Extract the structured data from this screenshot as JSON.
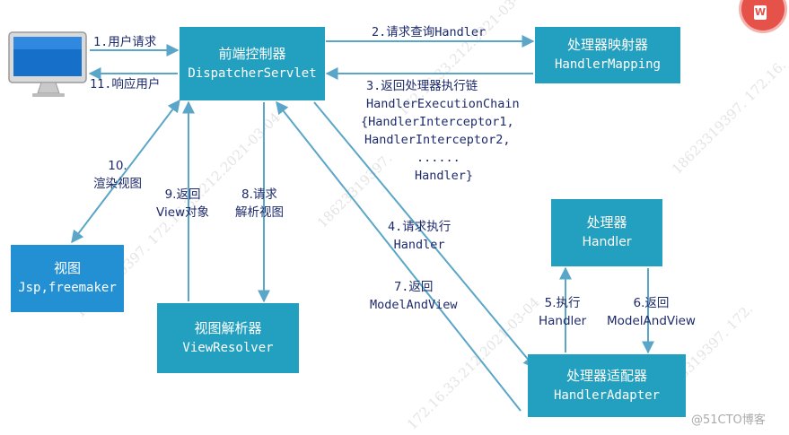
{
  "nodes": {
    "dispatcher": {
      "cn": "前端控制器",
      "en": "DispatcherServlet"
    },
    "mapping": {
      "cn": "处理器映射器",
      "en": "HandlerMapping"
    },
    "view": {
      "cn": "视图",
      "en": "Jsp,freemaker"
    },
    "resolver": {
      "cn": "视图解析器",
      "en": "ViewResolver"
    },
    "handler": {
      "cn": "处理器",
      "en": "Handler"
    },
    "adapter": {
      "cn": "处理器适配器",
      "en": "HandlerAdapter"
    }
  },
  "steps": {
    "s1": "1.用户请求",
    "s11": "11.响应用户",
    "s2": "2.请求查询Handler",
    "s3_line1": "3.返回处理器执行链",
    "s3_line2": "HandlerExecutionChain",
    "s3_line3": "{HandlerInterceptor1,",
    "s3_line4": "HandlerInterceptor2,",
    "s3_line5": "......",
    "s3_line6": "Handler}",
    "s4_line1": "4.请求执行",
    "s4_line2": "Handler",
    "s5_line1": "5.执行",
    "s5_line2": "Handler",
    "s6_line1": "6.返回",
    "s6_line2": "ModelAndView",
    "s7_line1": "7.返回",
    "s7_line2": "ModelAndView",
    "s8_line1": "8.请求",
    "s8_line2": "解析视图",
    "s9_line1": "9.返回",
    "s9_line2": "View对象",
    "s10_line1": "10.",
    "s10_line2": "渲染视图"
  },
  "watermarks": {
    "w1": "18623319397. 172.16.33.212.2021-03-04",
    "w2": "172.16.33.212.2021-03-04",
    "w3": "18623319397.",
    "w4": "172.16.33.212.2021-03-04",
    "w5": "18623319397. 172.16.",
    "w6": "18623319397. 172."
  },
  "credit": "@51CTO博客",
  "colors": {
    "box_teal": "#23a0bf",
    "box_blue": "#2390d4",
    "arrow": "#5aa6c8",
    "label_text": "#1d2a6b"
  }
}
